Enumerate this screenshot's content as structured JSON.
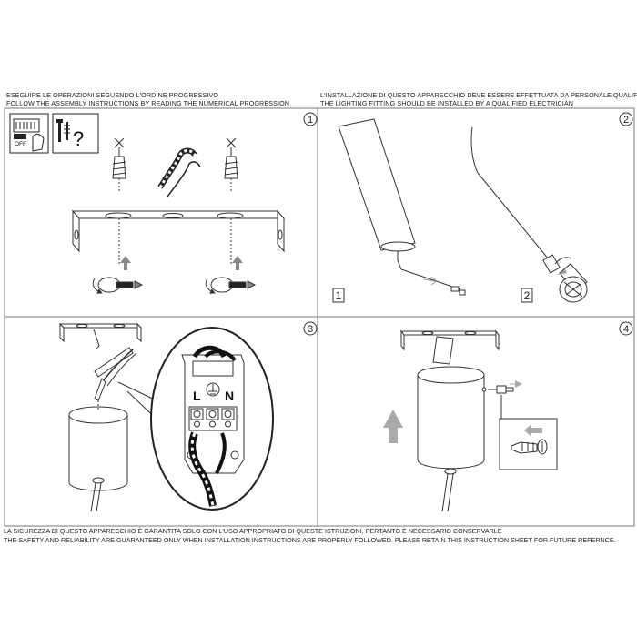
{
  "header": {
    "left_line1": "ESEGUIRE LE OPERAZIONI SEGUENDO L'ORDINE PROGRESSIVO",
    "left_line2": "FOLLOW THE ASSEMBLY INSTRUCTIONS BY READING THE NUMERICAL PROGRESSION",
    "right_line1": "L'INSTALLAZIONE DI QUESTO APPARECCHIO DEVE ESSERE EFFETTUATA DA PERSONALE QUALIFICATO",
    "right_line2": "THE LIGHTING FITTING SHOULD BE INSTALLED BY A QUALIFIED ELECTRICIAN"
  },
  "steps": [
    "1",
    "2",
    "3",
    "4"
  ],
  "substeps": [
    "1",
    "2"
  ],
  "safety": {
    "switch_label": "OFF",
    "question_mark": "?"
  },
  "terminal": {
    "live": "L",
    "neutral": "N",
    "ground": "⏚"
  },
  "footer": {
    "line1": "LA SICUREZZA DI QUESTO APPARECCHIO È GARANTITA SOLO CON L'USO APPROPRIATO DI QUESTE ISTRUZIONI, PERTANTO È NECESSARIO CONSERVARLE",
    "line2": "THE SAFETY AND RELIABILITY ARE GUARANTEED ONLY WHEN INSTALLATION INSTRUCTIONS ARE PROPERLY FOLLOWED. PLEASE RETAIN THIS INSTRUCTION SHEET FOR FUTURE REFERNCE."
  },
  "colors": {
    "line": "#333333",
    "arrow_gray": "#aaaaaa",
    "frame": "#777777"
  }
}
